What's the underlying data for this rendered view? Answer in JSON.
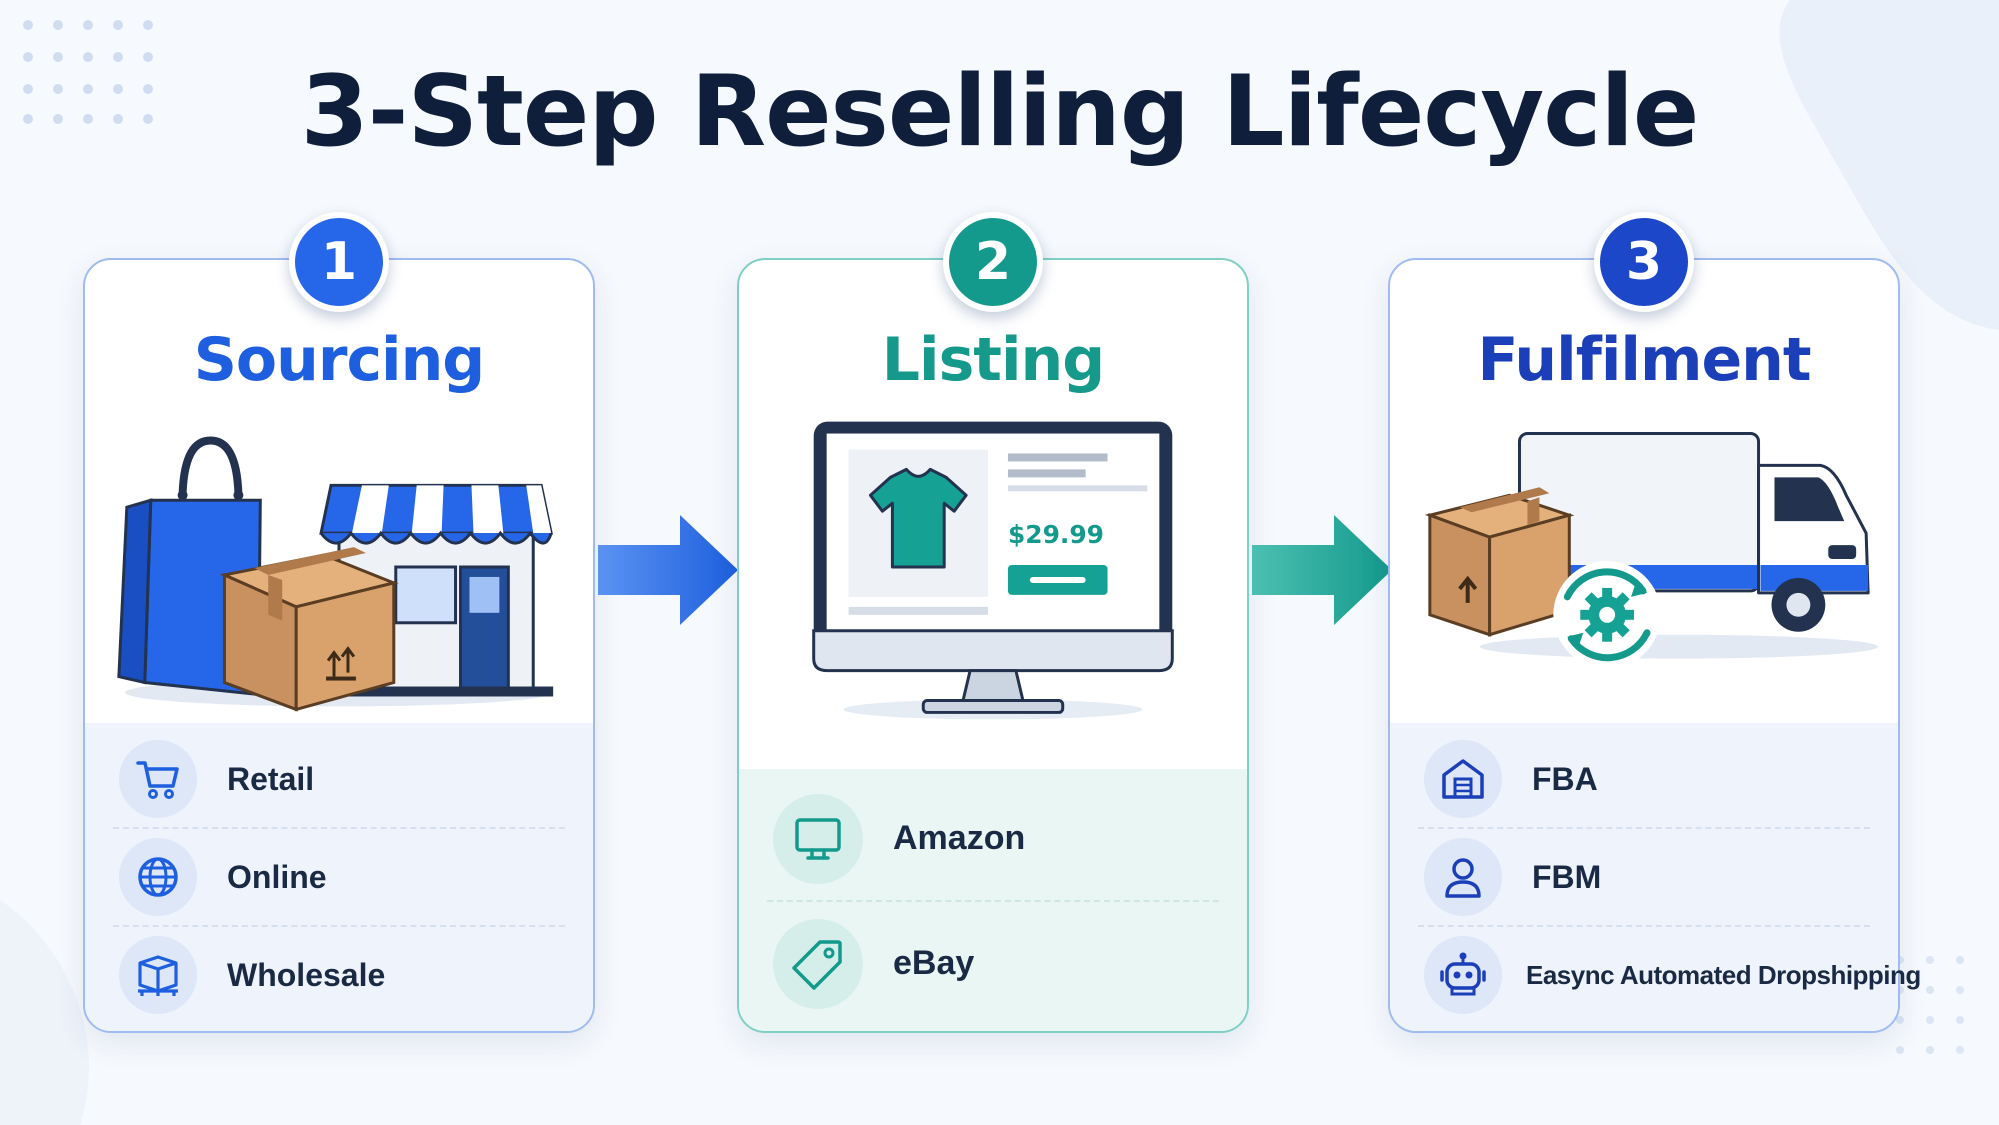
{
  "title": "3-Step Reselling Lifecycle",
  "colors": {
    "blue": "#2567e8",
    "teal": "#139a8c",
    "navy": "#1c47c8",
    "title": "#0f1e3a"
  },
  "steps": [
    {
      "number": "1",
      "name": "Sourcing",
      "illustration": [
        "shopping-bag-icon",
        "cardboard-box-icon",
        "storefront-icon"
      ],
      "options": [
        {
          "label": "Retail",
          "icon": "shopping-cart-icon"
        },
        {
          "label": "Online",
          "icon": "globe-icon"
        },
        {
          "label": "Wholesale",
          "icon": "pallet-boxes-icon"
        }
      ]
    },
    {
      "number": "2",
      "name": "Listing",
      "illustration": [
        "monitor-icon",
        "t-shirt-icon"
      ],
      "price": "$29.99",
      "options": [
        {
          "label": "Amazon",
          "icon": "monitor-icon"
        },
        {
          "label": "eBay",
          "icon": "price-tag-icon"
        }
      ]
    },
    {
      "number": "3",
      "name": "Fulfilment",
      "illustration": [
        "delivery-truck-icon",
        "cardboard-box-icon",
        "gear-sync-icon"
      ],
      "options": [
        {
          "label": "FBA",
          "icon": "warehouse-icon"
        },
        {
          "label": "FBM",
          "icon": "person-icon"
        },
        {
          "label": "Easync Automated Dropshipping",
          "icon": "robot-icon"
        }
      ]
    }
  ]
}
